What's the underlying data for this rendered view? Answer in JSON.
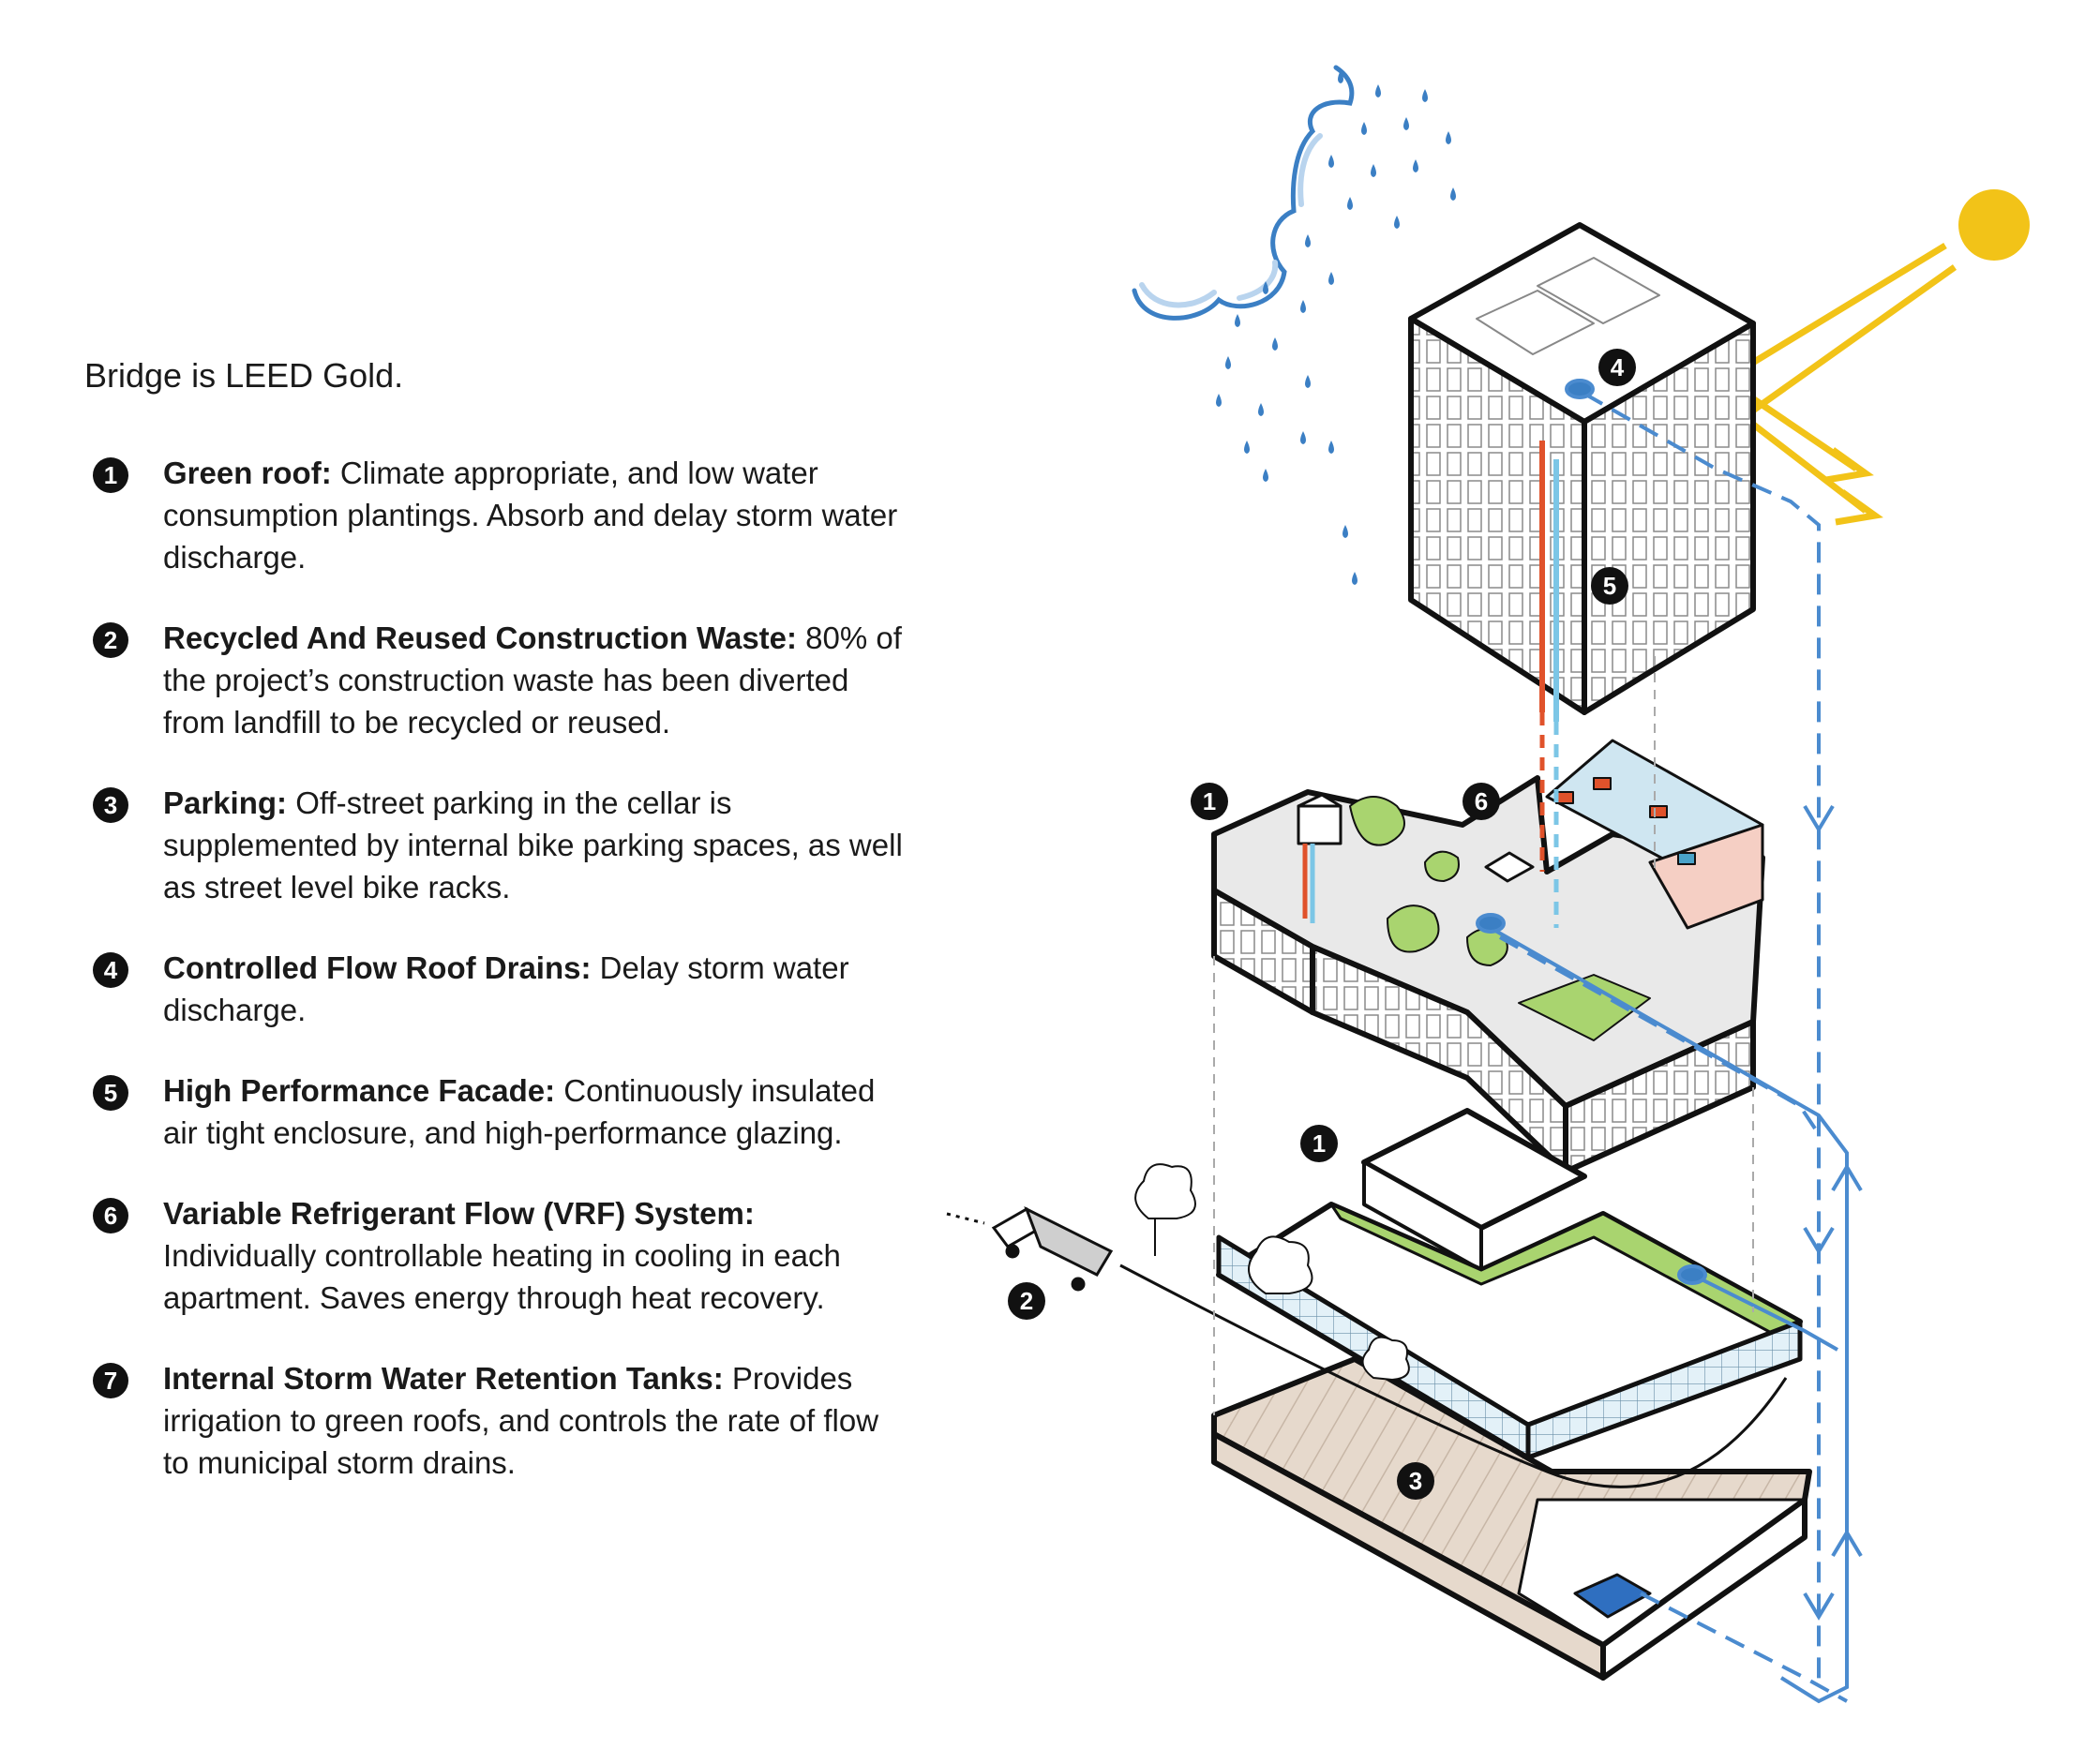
{
  "intro": "Bridge is LEED Gold.",
  "legend": [
    {
      "num": "1",
      "term": "Green roof:",
      "desc": " Climate appropriate, and low water consumption plantings. Absorb and delay storm water discharge."
    },
    {
      "num": "2",
      "term": "Recycled And Reused Construction Waste:",
      "desc": " 80% of the project’s construction waste has been diverted from landfill to be recycled or reused."
    },
    {
      "num": "3",
      "term": "Parking:",
      "desc": " Off-street parking in the cellar is supplemented by internal bike parking spaces, as well as street level bike racks."
    },
    {
      "num": "4",
      "term": "Controlled Flow Roof Drains:",
      "desc": " Delay storm water discharge."
    },
    {
      "num": "5",
      "term": "High Performance Facade:",
      "desc": " Continuously insulated air tight enclosure, and high-performance glazing."
    },
    {
      "num": "6",
      "term": "Variable Refrigerant Flow (VRF) System:",
      "desc": " Individually controllable heating in cooling in each apartment. Saves energy through heat recovery."
    },
    {
      "num": "7",
      "term": "Internal Storm Water Retention Tanks:",
      "desc": " Provides irrigation to green roofs, and controls the rate of flow to municipal storm drains."
    }
  ],
  "diagram_badges": [
    "4",
    "5",
    "1",
    "6",
    "1",
    "2",
    "3"
  ],
  "colors": {
    "sun": "#f2c318",
    "rain": "#3b7fc4",
    "water_pipe": "#4b8bcf",
    "refrigerant": "#e0522b",
    "supply": "#7cc6e6",
    "green_roof": "#a9d46f",
    "parking": "#e6d9cc",
    "tank": "#2f6fc0",
    "outline": "#111111"
  }
}
